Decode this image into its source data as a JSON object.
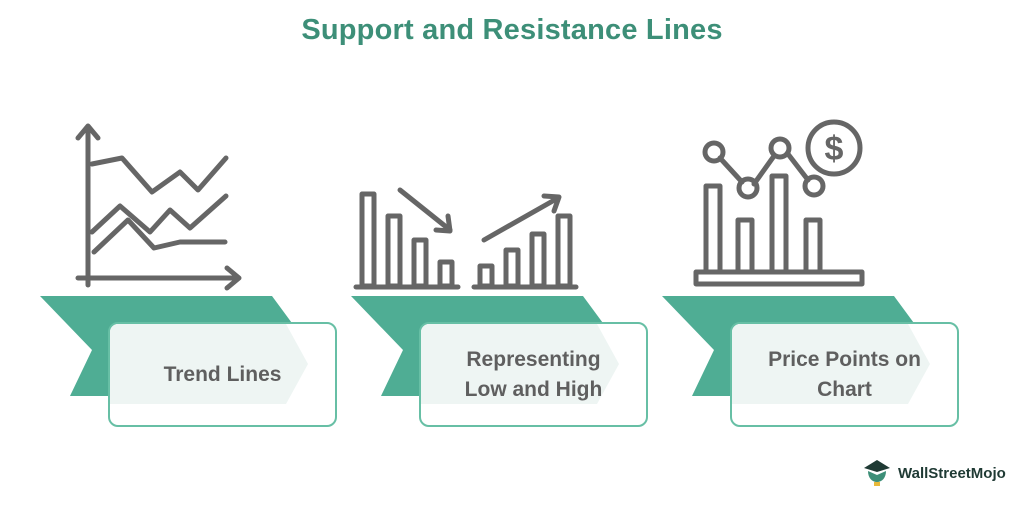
{
  "title": "Support and Resistance Lines",
  "items": [
    {
      "label": "Trend Lines",
      "icon": "trend-lines-chart-icon"
    },
    {
      "label_lines": [
        "Representing",
        "Low and High"
      ],
      "icon": "up-down-bar-chart-icon"
    },
    {
      "label_lines": [
        "Price Points on",
        "Chart"
      ],
      "icon": "price-bar-chart-dollar-icon"
    }
  ],
  "colors": {
    "accent": "#4fad94",
    "accent_light": "#eef5f3",
    "card_border": "#67bfa5",
    "icon_stroke": "#666666",
    "title": "#3d8f78",
    "label": "#5f5f5f"
  },
  "logo": {
    "text": "WallStreetMojo"
  }
}
